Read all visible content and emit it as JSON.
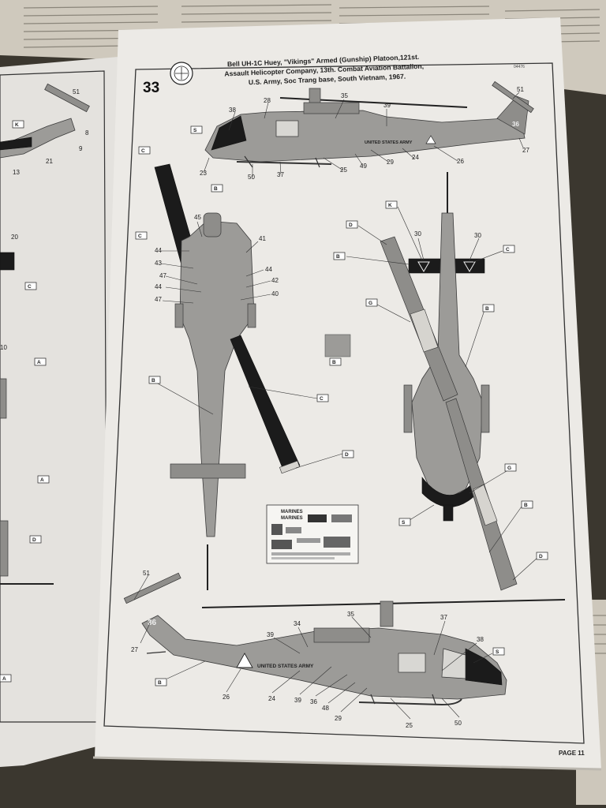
{
  "page": {
    "step_number": "33",
    "code": "04476",
    "title_lines": [
      "Bell UH-1C Huey, \"Vikings\" Armed (Gunship) Platoon,121st.",
      "Assault Helicopter Company,  13th. Combat Aviation Battalion,",
      "U.S. Army, Soc Trang base, South Vietnam, 1967."
    ],
    "page_label": "PAGE 11"
  },
  "decal_sheet_text": {
    "line1": "MARINES",
    "line2": "MARINES"
  },
  "fuselage_marking": "UNITED STATES ARMY",
  "tail_number": "36",
  "left_page": {
    "numbers": [
      "51",
      "8",
      "9",
      "21",
      "13",
      "20",
      "10"
    ],
    "color_tags": [
      "K",
      "C",
      "A",
      "A",
      "D",
      "A"
    ]
  },
  "top_view": {
    "callouts": [
      "28",
      "35",
      "39",
      "51",
      "38",
      "27",
      "24",
      "26",
      "29",
      "49",
      "25",
      "37",
      "50",
      "23"
    ],
    "color_tags": [
      "S",
      "B"
    ],
    "fuselage_text": "UNITED STATES ARMY"
  },
  "plan_left": {
    "callouts": [
      "45",
      "41",
      "44",
      "43",
      "44",
      "47",
      "42",
      "44",
      "47",
      "40"
    ],
    "color_tags": [
      "C",
      "C",
      "B",
      "C",
      "D"
    ]
  },
  "swatch_tag": "B",
  "plan_right": {
    "callouts": [
      "30",
      "30"
    ],
    "color_tags": [
      "K",
      "D",
      "C",
      "B",
      "G",
      "B",
      "G",
      "B",
      "S",
      "D"
    ]
  },
  "bottom_view": {
    "callouts": [
      "51",
      "27",
      "39",
      "34",
      "35",
      "37",
      "38",
      "26",
      "24",
      "39",
      "36",
      "48",
      "29",
      "25",
      "50"
    ],
    "color_tags": [
      "B",
      "S"
    ],
    "fuselage_text": "UNITED STATES ARMY"
  },
  "colors": {
    "paper": "#eceae6",
    "model_grey": "#9c9b98",
    "ink": "#222222"
  }
}
